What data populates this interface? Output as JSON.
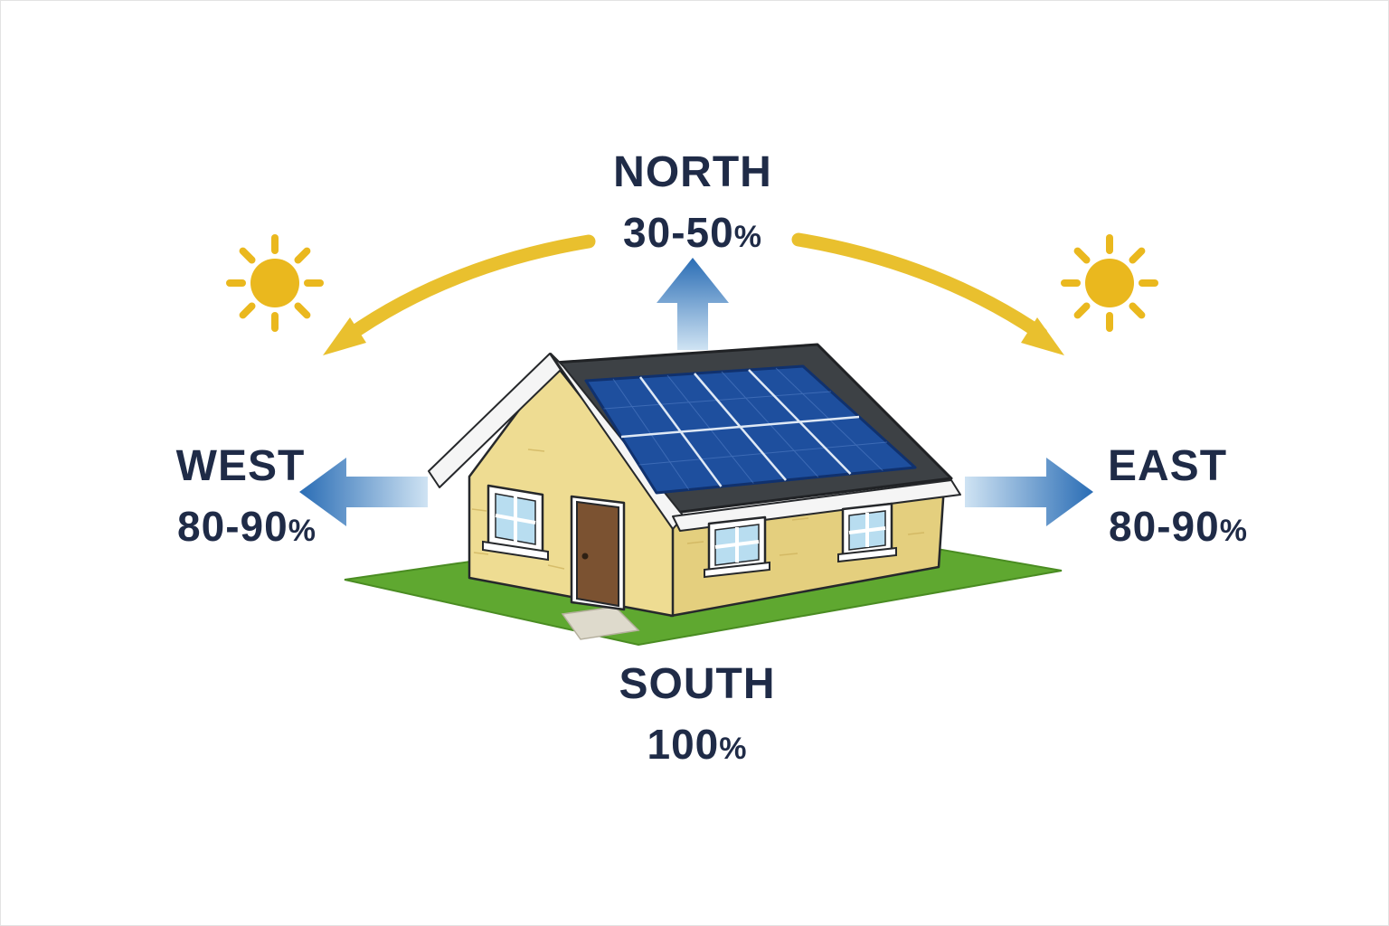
{
  "diagram": {
    "directions": {
      "north": {
        "label": "NORTH",
        "value": "30-50",
        "unit": "%"
      },
      "east": {
        "label": "EAST",
        "value": "80-90",
        "unit": "%"
      },
      "south": {
        "label": "SOUTH",
        "value": "100",
        "unit": "%"
      },
      "west": {
        "label": "WEST",
        "value": "80-90",
        "unit": "%"
      }
    },
    "icons": {
      "sun_left": "sun-icon",
      "sun_right": "sun-icon",
      "sun_path": "sun-path-arc-arrow",
      "north_arrow": "arrow-up-icon",
      "east_arrow": "arrow-right-icon",
      "west_arrow": "arrow-left-icon",
      "illustration": "house-with-solar-panels"
    },
    "colors": {
      "text": "#1f2b47",
      "arrow_blue": "#2a6db5",
      "arrow_blue_fade": "#cfe3f3",
      "sun_yellow": "#eab81e",
      "arc_yellow": "#e9c02e",
      "grass_green": "#5fa830",
      "wall_tan": "#eedc92",
      "wall_tan_shade": "#e4cf7e",
      "roof_gray": "#3d4145",
      "panel_blue": "#1e4f9e"
    }
  }
}
